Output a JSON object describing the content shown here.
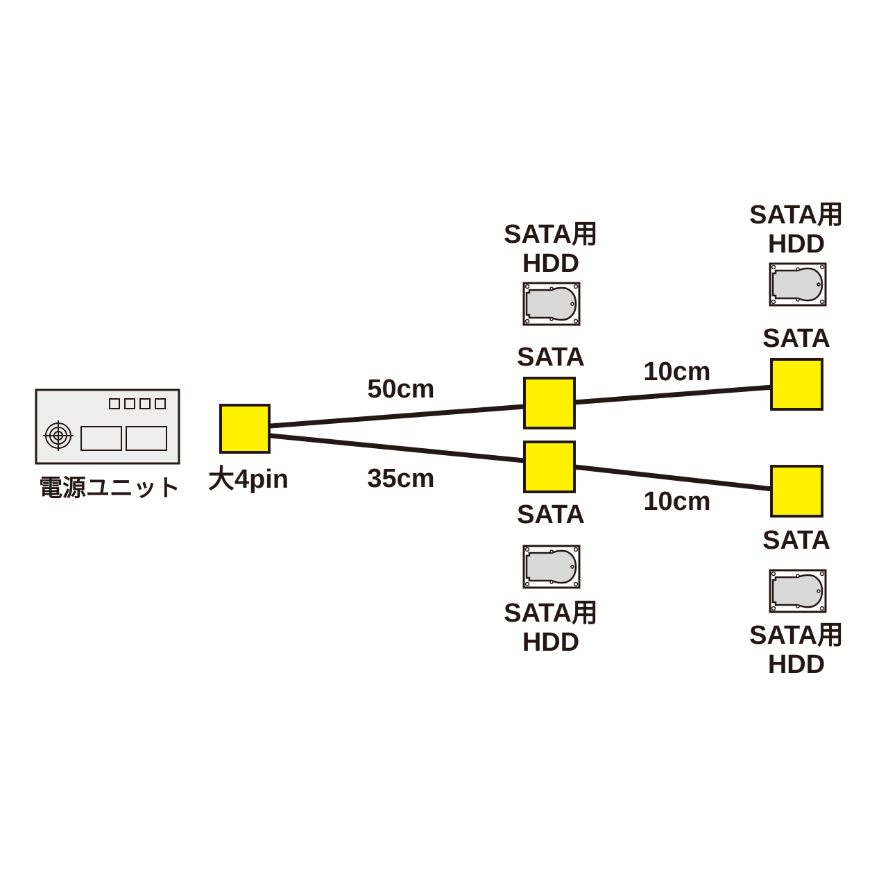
{
  "psu": {
    "label": "電源ユニット"
  },
  "source_connector": {
    "label": "大4pin"
  },
  "cables": {
    "upper_main": "50cm",
    "lower_main": "35cm",
    "upper_branch": "10cm",
    "lower_branch": "10cm"
  },
  "connectors": {
    "upper_mid": "SATA",
    "upper_end": "SATA",
    "lower_mid": "SATA",
    "lower_end": "SATA"
  },
  "drives": {
    "upper_mid": {
      "line1": "SATA用",
      "line2": "HDD"
    },
    "upper_end": {
      "line1": "SATA用",
      "line2": "HDD"
    },
    "lower_mid": {
      "line1": "SATA用",
      "line2": "HDD"
    },
    "lower_end": {
      "line1": "SATA用",
      "line2": "HDD"
    }
  },
  "colors": {
    "connector_fill": "#fff200",
    "outline": "#231815",
    "platter": "#d9d9d9",
    "psu_panel": "#eeeeee"
  },
  "icons": {
    "psu": "power-supply-icon",
    "drive": "hard-disk-icon"
  }
}
